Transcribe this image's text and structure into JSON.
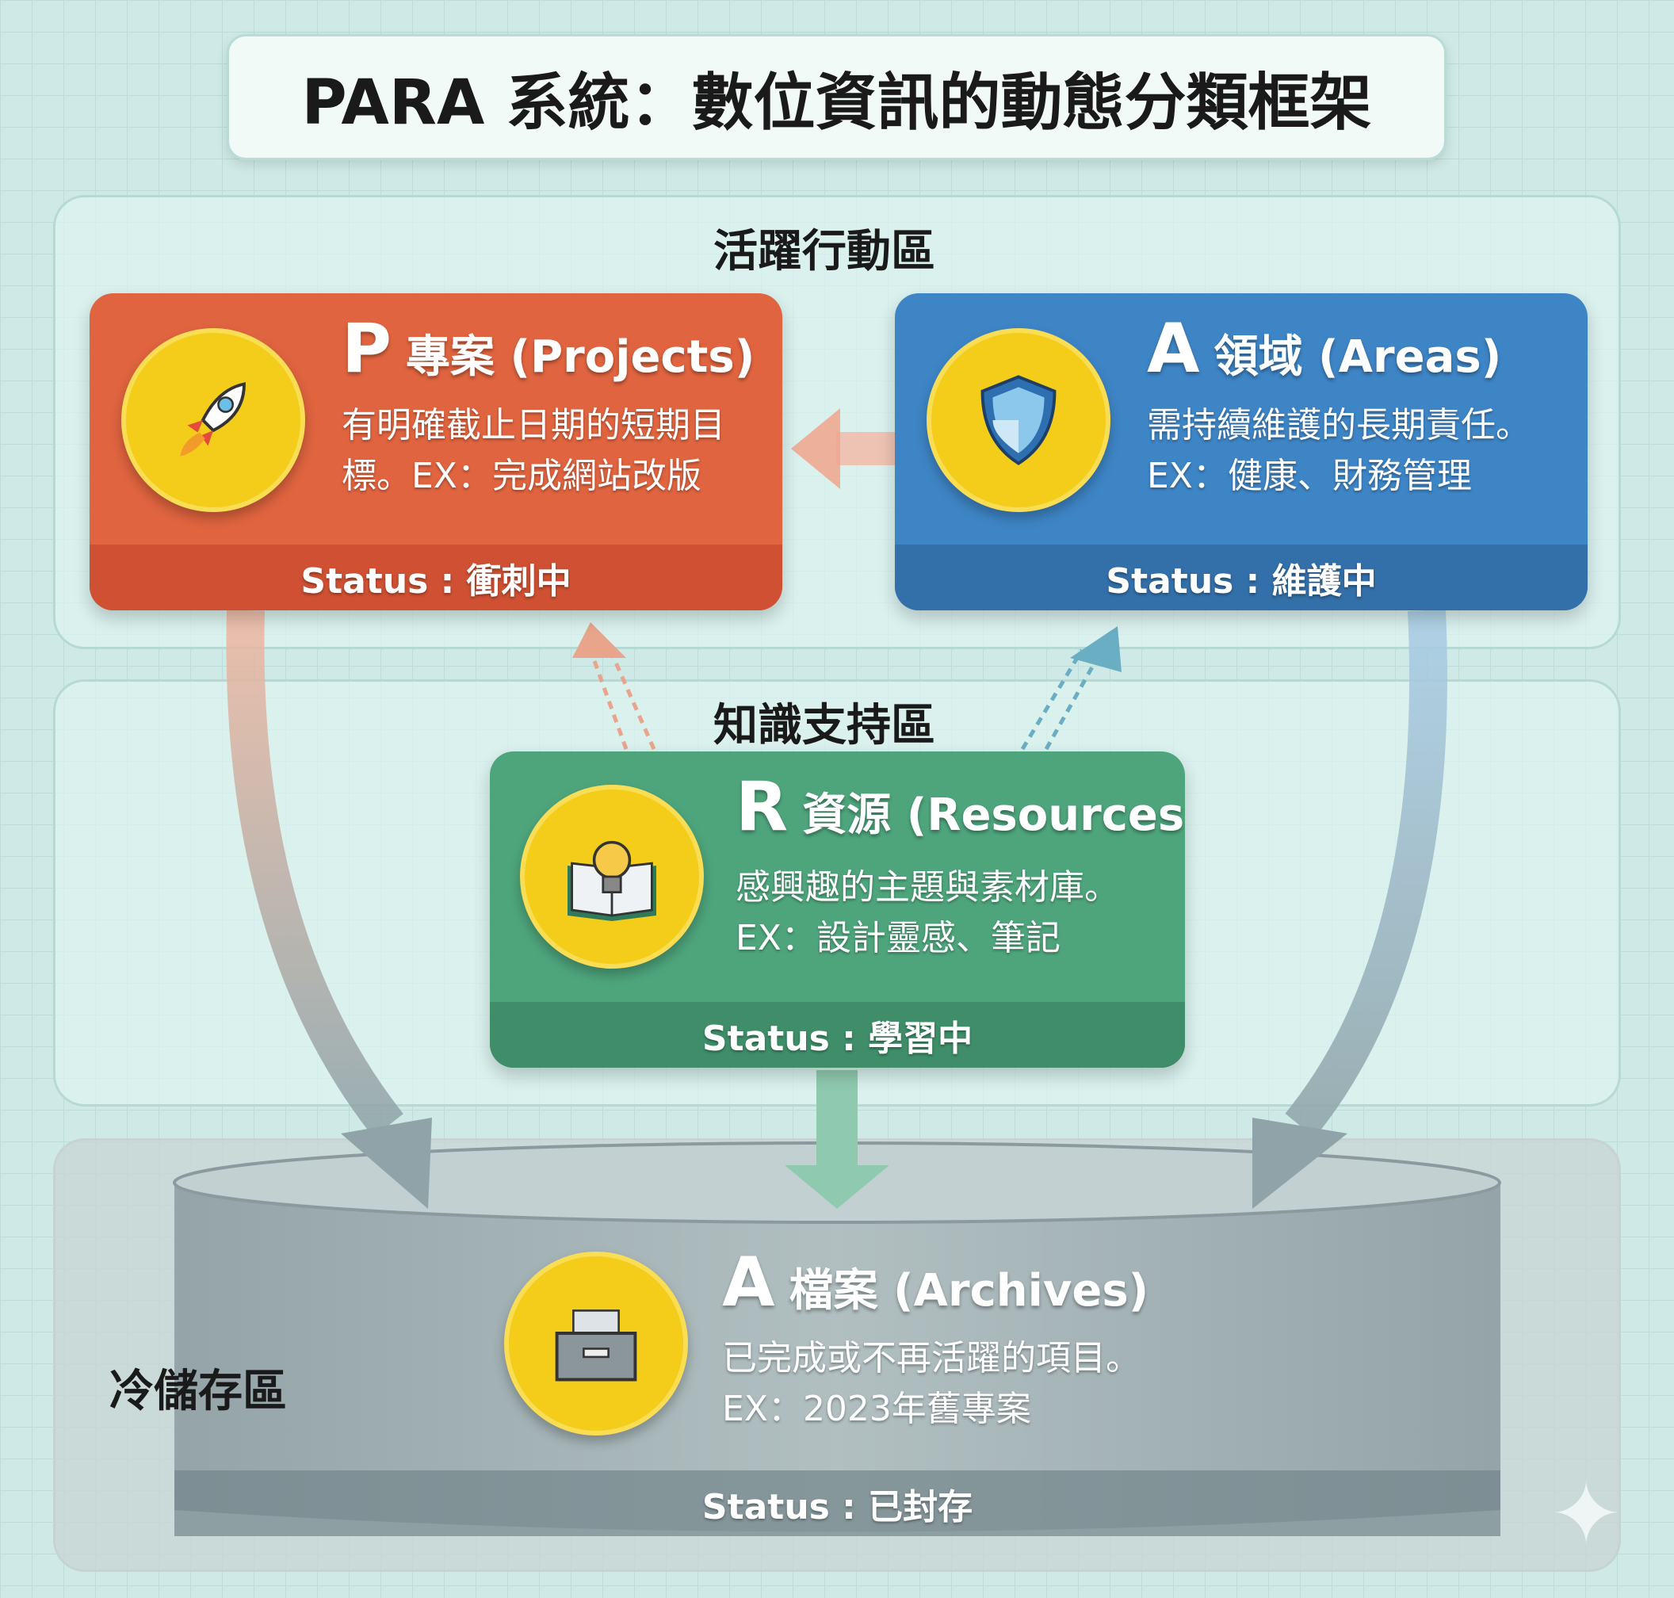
{
  "title": "PARA 系統：數位資訊的動態分類框架",
  "zones": {
    "active": "活躍行動區",
    "support": "知識支持區",
    "cold": "冷儲存區"
  },
  "cards": {
    "projects": {
      "letter": "P",
      "name": "專案 (Projects)",
      "desc": "有明確截止日期的短期目標。EX：完成網站改版",
      "status": "Status : 衝刺中",
      "icon": "rocket-icon",
      "color": "#e0643f"
    },
    "areas": {
      "letter": "A",
      "name": "領域 (Areas)",
      "desc1": "需持續維護的長期責任。",
      "desc2": "EX：健康、財務管理",
      "status": "Status : 維護中",
      "icon": "shield-icon",
      "color": "#3e85c6"
    },
    "resources": {
      "letter": "R",
      "name": "資源 (Resources)",
      "desc1": "感興趣的主題與素材庫。",
      "desc2": "EX：設計靈感、筆記",
      "status": "Status : 學習中",
      "icon": "lightbulb-book-icon",
      "color": "#4ea57c"
    },
    "archives": {
      "letter": "A",
      "name": "檔案 (Archives)",
      "desc1": "已完成或不再活躍的項目。",
      "desc2": "EX：2023年舊專案",
      "status": "Status : 已封存",
      "icon": "archive-drawer-icon",
      "color": "#8c9ea3"
    }
  }
}
